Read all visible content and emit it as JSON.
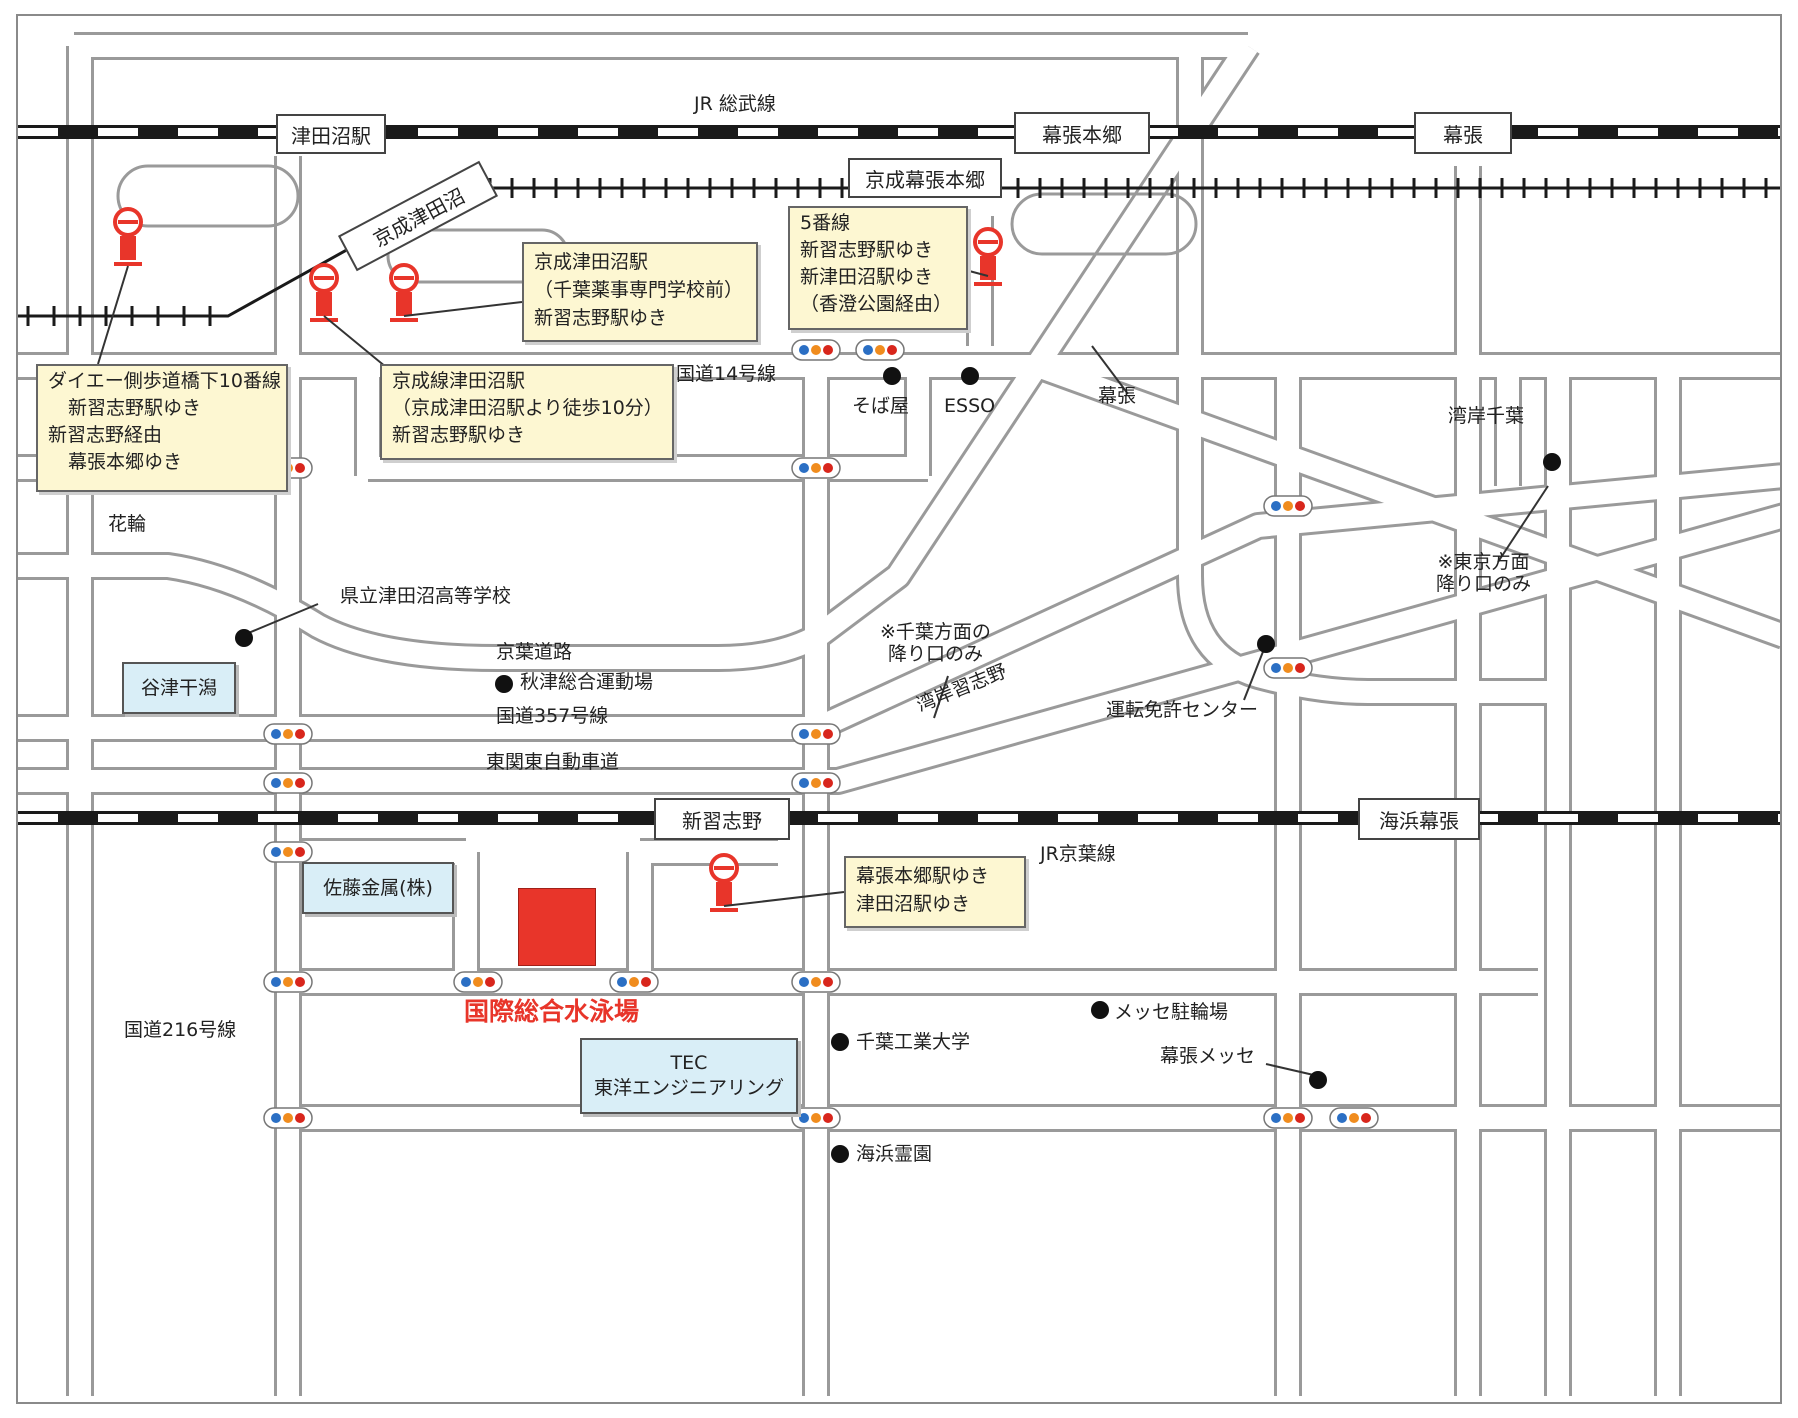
{
  "colors": {
    "road_edge": "#9a9a9a",
    "rail": "#1a1a1a",
    "bus_stop": "#e8352a",
    "callout_bg": "#fdf7d2",
    "facility_bg": "#d9eef7",
    "pool": "#e8352a",
    "signal_blue": "#2b6fc4",
    "signal_orange": "#f08c1e",
    "signal_red": "#d8261c"
  },
  "rail_lines": {
    "jr_sobu": "JR 総武線",
    "keisei": "京成津田沼",
    "jr_keiyo": "JR京葉線"
  },
  "stations": {
    "tsudanuma": "津田沼駅",
    "makuhari_hongo": "幕張本郷",
    "makuhari": "幕張",
    "keisei_makuhari_hongo": "京成幕張本郷",
    "shin_narashino": "新習志野",
    "kaihin_makuhari": "海浜幕張"
  },
  "roads": {
    "route14": "国道14号線",
    "keiyo_doro": "京葉道路",
    "route357": "国道357号線",
    "higashi_kanto": "東関東自動車道",
    "route216": "国道216号線",
    "wangan": "湾岸習志野",
    "hanawa": "花輪",
    "makuhari_road": "幕張",
    "wangan_chiba": "湾岸千葉"
  },
  "notes": {
    "chiba_only": [
      "※千葉方面の",
      "降り口のみ"
    ],
    "tokyo_only": [
      "※東京方面",
      "降り口のみ"
    ]
  },
  "landmarks": {
    "soba": "そば屋",
    "esso": "ESSO",
    "kenritsu": "県立津田沼高等学校",
    "akitsu": "秋津総合運動場",
    "license": "運転免許センター",
    "messe_parking": "メッセ駐輪場",
    "chiba_tech": "千葉工業大学",
    "messe": "幕張メッセ",
    "kaihin_park": "海浜霊園"
  },
  "callouts": {
    "daiei": [
      "ダイエー側歩道橋下10番線",
      "新習志野駅ゆき",
      "新習志野経由",
      "幕張本郷ゆき"
    ],
    "keisei_walk": [
      "京成線津田沼駅",
      "（京成津田沼駅より徒歩10分）",
      "新習志野駅ゆき"
    ],
    "keisei_station": [
      "京成津田沼駅",
      "（千葉薬事専門学校前）",
      "新習志野駅ゆき"
    ],
    "line5": [
      "5番線",
      "新習志野駅ゆき",
      "新津田沼駅ゆき",
      "（香澄公園経由）"
    ],
    "shin_narashino": [
      "幕張本郷駅ゆき",
      "津田沼駅ゆき"
    ]
  },
  "facilities": {
    "yatsu": "谷津干潟",
    "sato": "佐藤金属(株)",
    "tec": [
      "TEC",
      "東洋エンジニアリング"
    ]
  },
  "pool": "国際総合水泳場"
}
